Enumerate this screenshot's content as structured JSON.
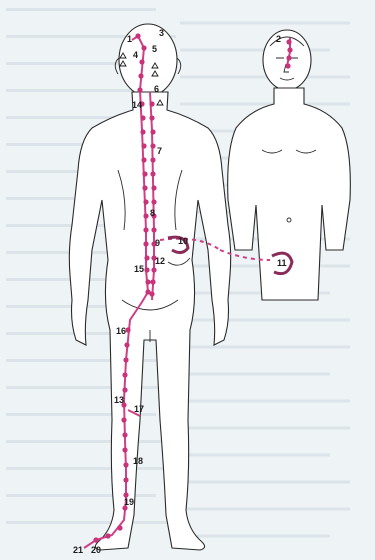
{
  "figure": {
    "labels": [
      "1",
      "2",
      "3",
      "4",
      "5",
      "6",
      "7",
      "8",
      "9",
      "10",
      "11",
      "12",
      "13",
      "14",
      "15",
      "16",
      "17",
      "18",
      "19",
      "20",
      "21"
    ],
    "accent_color": "#c8337a",
    "line_color": "#cf3f86",
    "figure_outline_color": "#2a2a2a"
  }
}
